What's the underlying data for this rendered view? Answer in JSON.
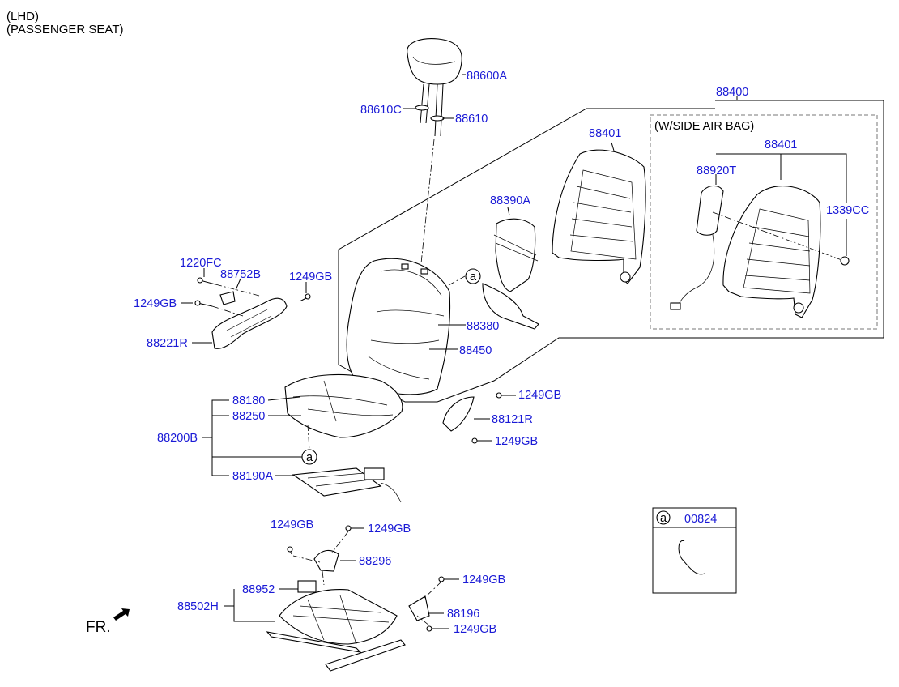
{
  "header": {
    "line1": "(LHD)",
    "line2": "(PASSENGER SEAT)"
  },
  "callouts": {
    "p88600A": "88600A",
    "p88610C": "88610C",
    "p88610": "88610",
    "p88400": "88400",
    "p88401a": "88401",
    "p88401b": "88401",
    "side_airbag": "(W/SIDE AIR BAG)",
    "p88920T": "88920T",
    "p1339CC": "1339CC",
    "p88390A": "88390A",
    "p88380": "88380",
    "p88450": "88450",
    "p1220FC": "1220FC",
    "p88752B": "88752B",
    "p1249GB_1": "1249GB",
    "p1249GB_2": "1249GB",
    "p88221R": "88221R",
    "p88180": "88180",
    "p88250": "88250",
    "p88200B": "88200B",
    "p88190A": "88190A",
    "p1249GB_3": "1249GB",
    "p88121R": "88121R",
    "p1249GB_4": "1249GB",
    "p1249GB_5": "1249GB",
    "p1249GB_6": "1249GB",
    "p88296": "88296",
    "p88952": "88952",
    "p88502H": "88502H",
    "p1249GB_7": "1249GB",
    "p88196": "88196",
    "p1249GB_8": "1249GB",
    "ref_a1": "a",
    "ref_a2": "a"
  },
  "legend_box": {
    "ref": "a",
    "part": "00824"
  },
  "direction": {
    "label": "FR."
  },
  "colors": {
    "part_number": "#1a1ad6",
    "line": "#000000"
  }
}
